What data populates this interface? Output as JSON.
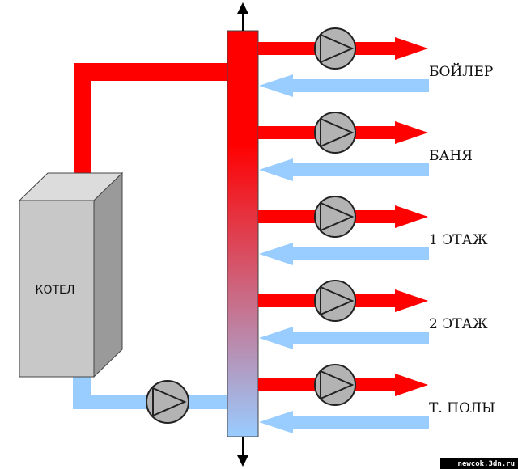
{
  "boiler": {
    "label": "КОТЕЛ"
  },
  "circuits": [
    {
      "label": "БОЙЛЕР"
    },
    {
      "label": "БАНЯ"
    },
    {
      "label": "1 ЭТАЖ"
    },
    {
      "label": "2 ЭТАЖ"
    },
    {
      "label": "Т. ПОЛЫ"
    }
  ],
  "watermark": "newcok.3dn.ru",
  "colors": {
    "supply": "#ff0000",
    "return": "#99ccff",
    "pump_fill": "#b3b3b3",
    "boiler_front": "#c8c8c8",
    "boiler_top": "#dcdcdc",
    "boiler_side": "#9a9a9a",
    "manifold_top": "#ff0000",
    "manifold_bottom": "#99ccff"
  }
}
